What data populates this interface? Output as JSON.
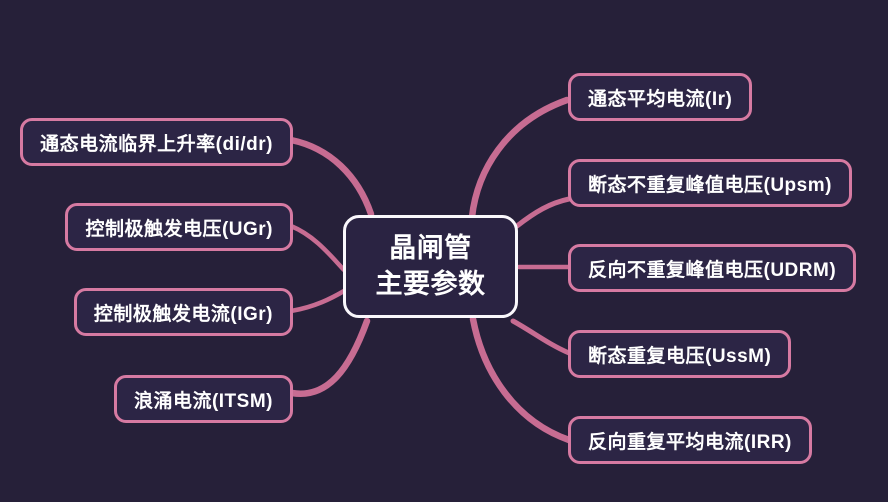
{
  "diagram_type": "mindmap",
  "center_topic": {
    "line1": "晶闸管",
    "line2": "主要参数"
  },
  "left_nodes": [
    {
      "label": "通态电流临界上升率(di/dr)"
    },
    {
      "label": "控制极触发电压(UGr)"
    },
    {
      "label": "控制极触发电流(IGr)"
    },
    {
      "label": "浪涌电流(ITSM)"
    }
  ],
  "right_nodes": [
    {
      "label": "通态平均电流(Ir)"
    },
    {
      "label": "断态不重复峰值电压(Upsm)"
    },
    {
      "label": "反向不重复峰值电压(UDRM)"
    },
    {
      "label": "断态重复电压(UssM)"
    },
    {
      "label": "反向重复平均电流(IRR)"
    }
  ],
  "colors": {
    "background": "#262039",
    "node_fill": "#2C2545",
    "node_border_pink": "#D67AA2",
    "connector_pink": "#C76C92",
    "center_border_white": "#FAF8FC",
    "text": "#FFFFFF"
  }
}
